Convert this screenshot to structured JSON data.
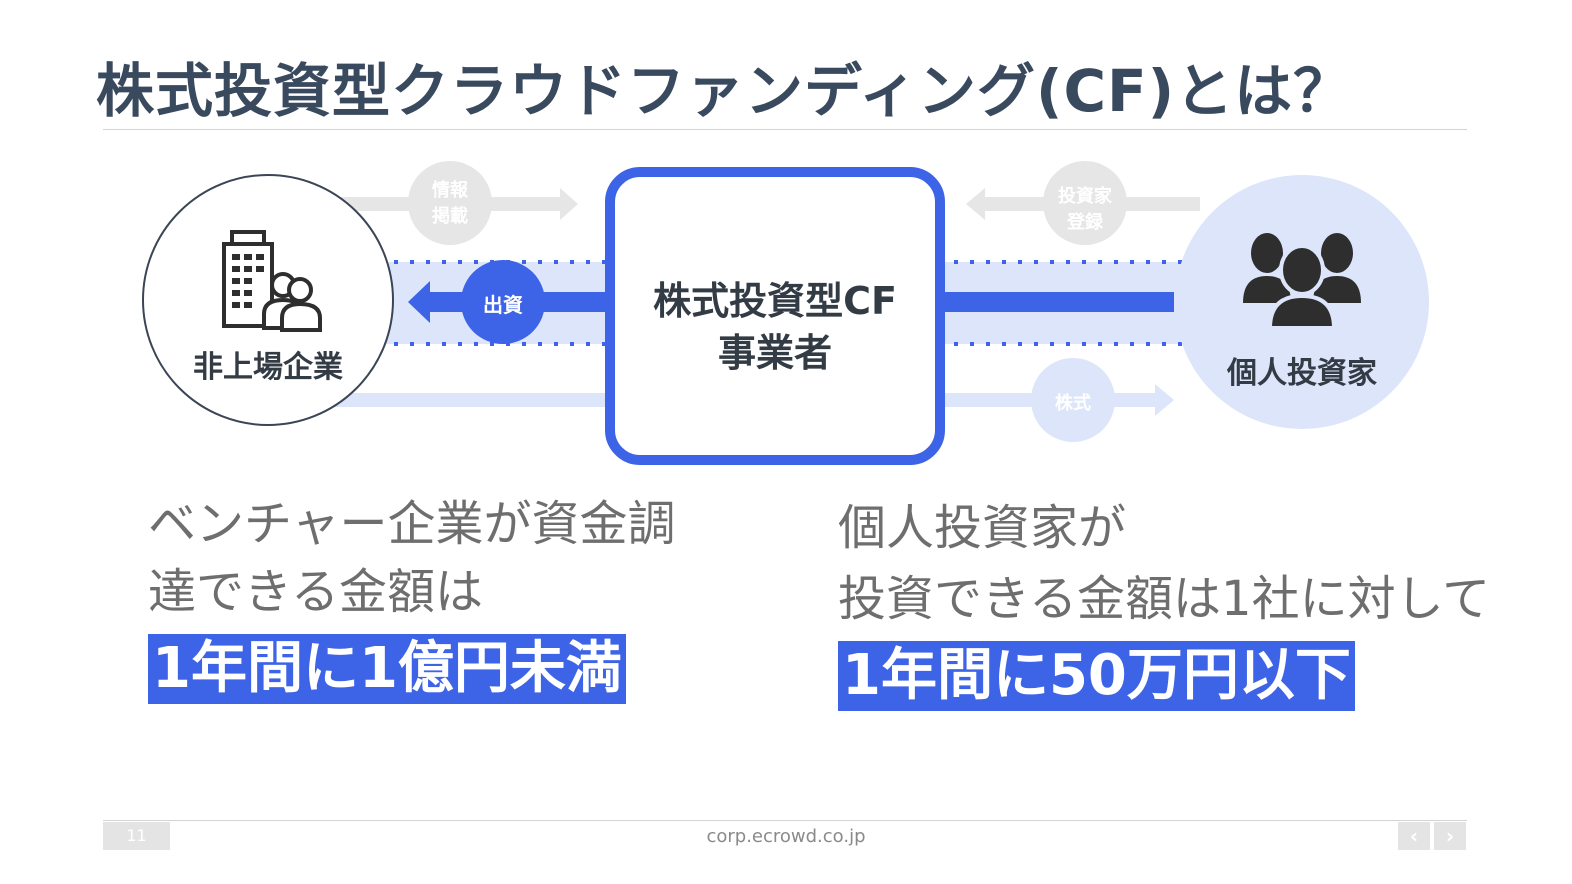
{
  "title": "株式投資型クラウドファンディング(CF)とは？",
  "diagram": {
    "left_node": "非上場企業",
    "center_node_line1": "株式投資型CF",
    "center_node_line2": "事業者",
    "right_node": "個人投資家",
    "arrow_info_line1": "情報",
    "arrow_info_line2": "掲載",
    "arrow_investor_line1": "投資家",
    "arrow_investor_line2": "登録",
    "arrow_capital": "出資",
    "arrow_shares": "株式"
  },
  "left_text": {
    "line1": "ベンチャー企業が資金調",
    "line2": "達できる金額は",
    "highlight": "1年間に1億円未満"
  },
  "right_text": {
    "line1": "個人投資家が",
    "line2": "投資できる金額は1社に対して",
    "highlight": "1年間に50万円以下"
  },
  "footer": {
    "page_number": "11",
    "url": "corp.ecrowd.co.jp",
    "prev": "‹",
    "next": "›"
  },
  "colors": {
    "accent": "#3d63e6",
    "band": "#dce5fa",
    "gray_arrow": "#e6e6e6",
    "title": "#3a4a5e"
  }
}
